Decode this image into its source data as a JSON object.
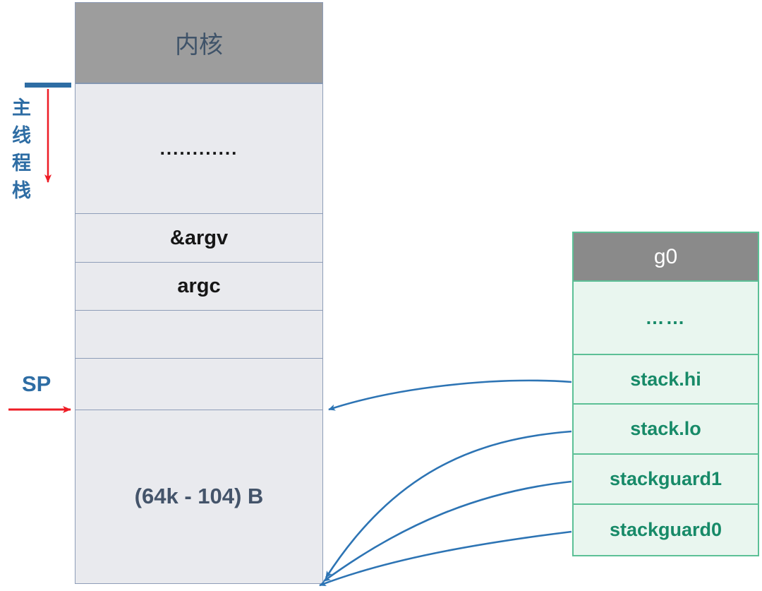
{
  "stack": {
    "title": "内核",
    "rows": [
      {
        "label": "............"
      },
      {
        "label": "&argv"
      },
      {
        "label": "argc"
      },
      {
        "label": ""
      },
      {
        "label": ""
      },
      {
        "label": "(64k - 104) B"
      }
    ]
  },
  "g0": {
    "title": "g0",
    "rows": [
      {
        "label": "……"
      },
      {
        "label": "stack.hi"
      },
      {
        "label": "stack.lo"
      },
      {
        "label": "stackguard1"
      },
      {
        "label": "stackguard0"
      }
    ]
  },
  "annotations": {
    "main_thread_stack": "主线程栈",
    "sp": "SP"
  },
  "colors": {
    "arrow_blue": "#2d74b4",
    "arrow_red": "#ee1c25",
    "label_blue": "#2e6da4",
    "kernel_header_bg": "#9d9d9d",
    "kernel_title_text": "#3f5369",
    "stack_row_bg": "#e9eaee",
    "stack_border": "#8e9db8",
    "big_row_text": "#44546a",
    "g0_header_bg": "#8a8a8a",
    "g0_header_text": "#ffffff",
    "g0_row_bg": "#e9f6ef",
    "g0_border": "#5cc096",
    "g0_text": "#178a68"
  }
}
